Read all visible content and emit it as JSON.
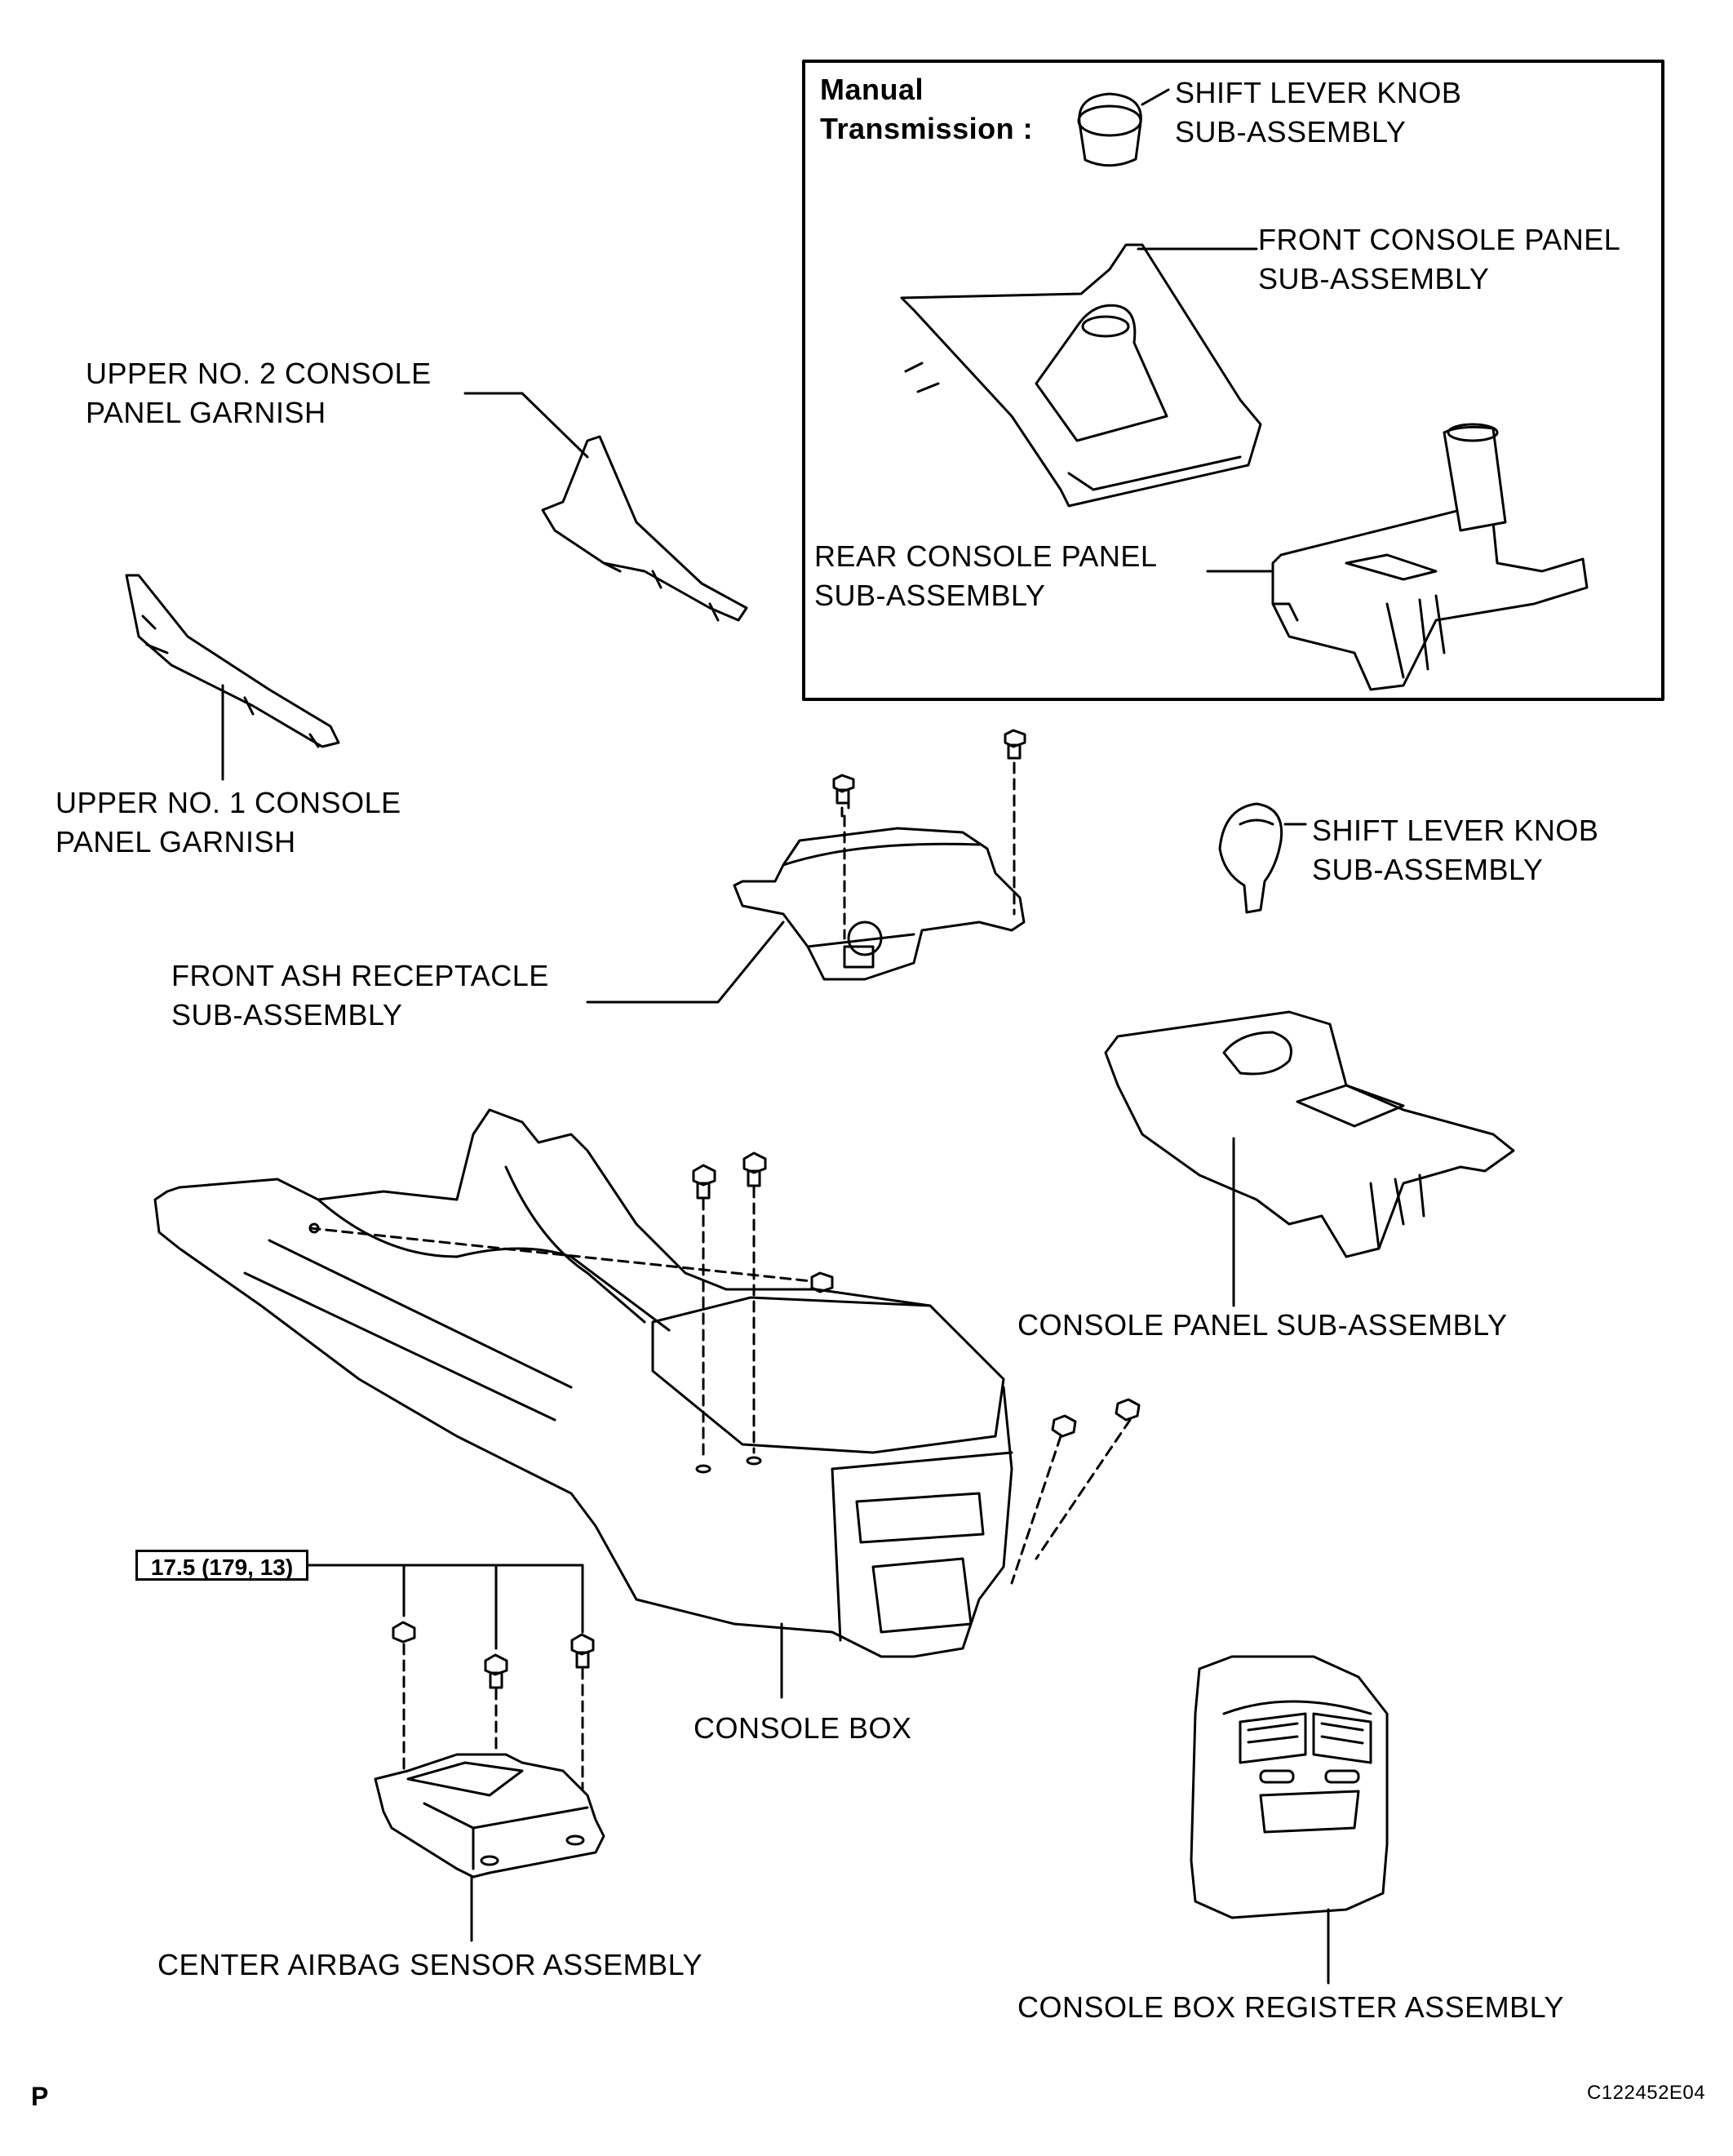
{
  "inset": {
    "heading_line1": "Manual",
    "heading_line2": "Transmission :",
    "shift_knob_line1": "SHIFT LEVER KNOB",
    "shift_knob_line2": "SUB-ASSEMBLY",
    "front_panel_line1": "FRONT CONSOLE PANEL",
    "front_panel_line2": "SUB-ASSEMBLY",
    "rear_panel_line1": "REAR CONSOLE PANEL",
    "rear_panel_line2": "SUB-ASSEMBLY"
  },
  "labels": {
    "upper2_line1": "UPPER NO. 2 CONSOLE",
    "upper2_line2": "PANEL GARNISH",
    "upper1_line1": "UPPER NO. 1 CONSOLE",
    "upper1_line2": "PANEL GARNISH",
    "ash_line1": "FRONT ASH RECEPTACLE",
    "ash_line2": "SUB-ASSEMBLY",
    "shift_knob_line1": "SHIFT LEVER KNOB",
    "shift_knob_line2": "SUB-ASSEMBLY",
    "console_panel": "CONSOLE PANEL SUB-ASSEMBLY",
    "console_box": "CONSOLE BOX",
    "airbag_sensor": "CENTER AIRBAG SENSOR ASSEMBLY",
    "register": "CONSOLE BOX REGISTER ASSEMBLY",
    "torque_spec": "17.5 (179, 13)"
  },
  "footer": {
    "left_mark": "P",
    "figure_code": "C122452E04"
  }
}
